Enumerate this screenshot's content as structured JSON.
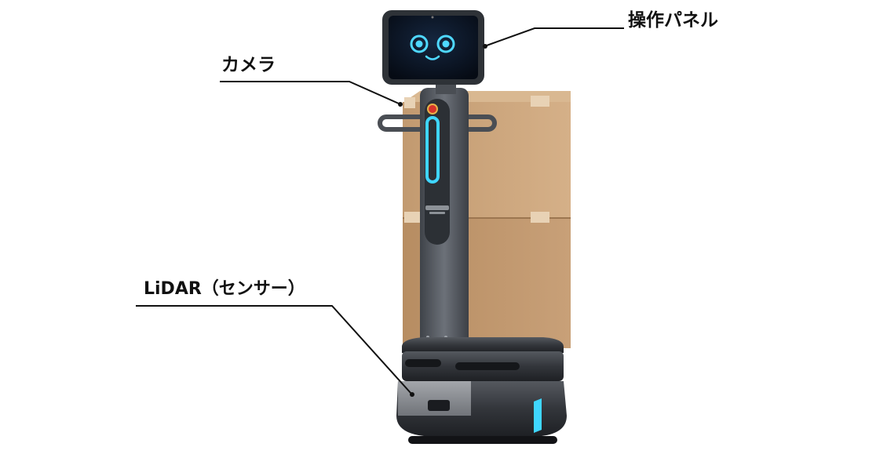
{
  "callouts": {
    "panel": "操作パネル",
    "camera": "カメラ",
    "lidar": "LiDAR（センサー）"
  },
  "icons": [
    "robot-face-icon",
    "emergency-stop-icon"
  ],
  "colors": {
    "accent_glow": "#3fd6ff",
    "box": "#c9a27a",
    "body": "#5b5f66",
    "screen": "#0e1a2c",
    "stop_button": "#d8342a",
    "callout_line": "#111111"
  }
}
